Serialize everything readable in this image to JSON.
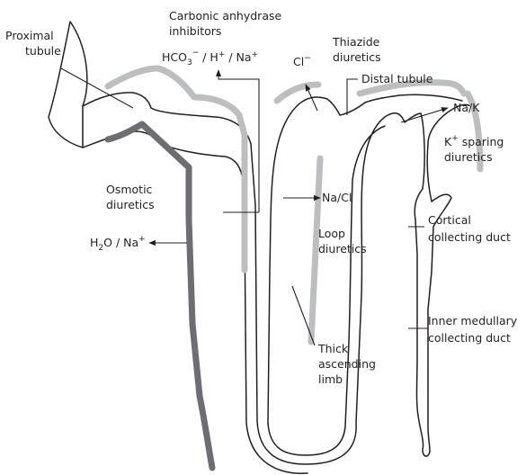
{
  "labels": {
    "proximal_1": "Proximal",
    "proximal_2": "tubule",
    "carbonic_1": "Carbonic anhydrase",
    "carbonic_2": "inhibitors",
    "hco3_main": "HCO",
    "hco3_sub": "3",
    "hco3_sup": "−",
    "hco3_rest": " / H",
    "h_sup": "+",
    "na_text": " / Na",
    "na_sup": "+",
    "thiazide_1": "Thiazide",
    "thiazide_2": "diuretics",
    "cl_main": "Cl",
    "cl_sup": "−",
    "distal": "Distal tubule",
    "nak": "Na/K",
    "k_main": "K",
    "k_sup": "+",
    "k_rest": " sparing",
    "k_line2": "diuretics",
    "osmotic_1": "Osmotic",
    "osmotic_2": "diuretics",
    "nacl": "Na/Cl",
    "h2o_main": "H",
    "h2o_sub": "2",
    "h2o_rest": "O / Na",
    "h2o_sup": "+",
    "loop_1": "Loop",
    "loop_2": "diuretics",
    "cortical_1": "Cortical",
    "cortical_2": "collecting duct",
    "inner_1": "Inner medullary",
    "inner_2": "collecting duct",
    "thick_1": "Thick",
    "thick_2": "ascending",
    "thick_3": "limb"
  },
  "colors": {
    "outline": "#231f20",
    "dark_band": "#6d6e71",
    "light_band": "#bcbec0"
  }
}
